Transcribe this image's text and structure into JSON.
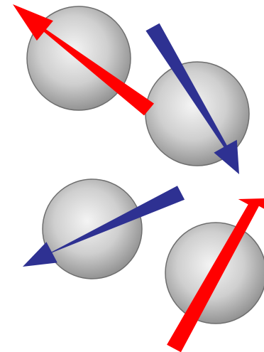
{
  "colors": {
    "background": "#ffffff",
    "sphere_highlight": "#f4f4f4",
    "sphere_mid": "#cfcfcf",
    "sphere_shadow": "#8f8f8f",
    "sphere_outline": "#6e6e6e",
    "arrow_red": "#ff0000",
    "arrow_blue": "#2e3192"
  },
  "particles": [
    {
      "id": "top-left",
      "sphere_icon": "sphere-icon",
      "arrow_color": "red"
    },
    {
      "id": "top-right",
      "sphere_icon": "sphere-icon",
      "arrow_color": "blue"
    },
    {
      "id": "bottom-left",
      "sphere_icon": "sphere-icon",
      "arrow_color": "blue"
    },
    {
      "id": "bottom-right",
      "sphere_icon": "sphere-icon",
      "arrow_color": "red"
    }
  ]
}
